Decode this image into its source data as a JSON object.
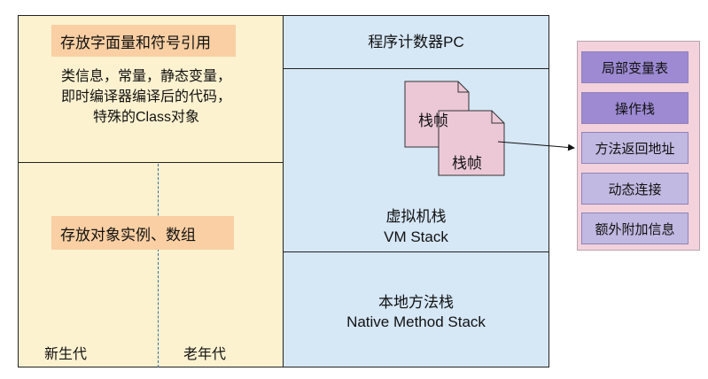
{
  "method_area": {
    "title": "存放字面量和符号引用",
    "desc_lines": [
      "类信息，常量，静态变量，",
      "即时编译器编译后的代码，",
      "特殊的Class对象"
    ]
  },
  "heap": {
    "title": "存放对象实例、数组",
    "young_label": "新生代",
    "old_label": "老年代"
  },
  "pc": {
    "label": "程序计数器PC"
  },
  "vm_stack": {
    "label_cn": "虚拟机栈",
    "label_en": "VM Stack",
    "frame_1": "栈帧",
    "frame_2": "栈帧"
  },
  "native_stack": {
    "label_cn": "本地方法栈",
    "label_en": "Native Method Stack"
  },
  "frame_panel": {
    "items": [
      "局部变量表",
      "操作栈",
      "方法返回地址",
      "动态连接",
      "额外附加信息"
    ]
  },
  "colors": {
    "method_area_bg": "#fdf2d0",
    "tag_orange": "#f9cfa3",
    "stack_bg": "#d6e7f6",
    "frame_pink": "#ecc8d7",
    "panel_pink": "#f3d2dc",
    "slot_dark": "#9d8ad3",
    "slot_light": "#c2b9e2"
  }
}
